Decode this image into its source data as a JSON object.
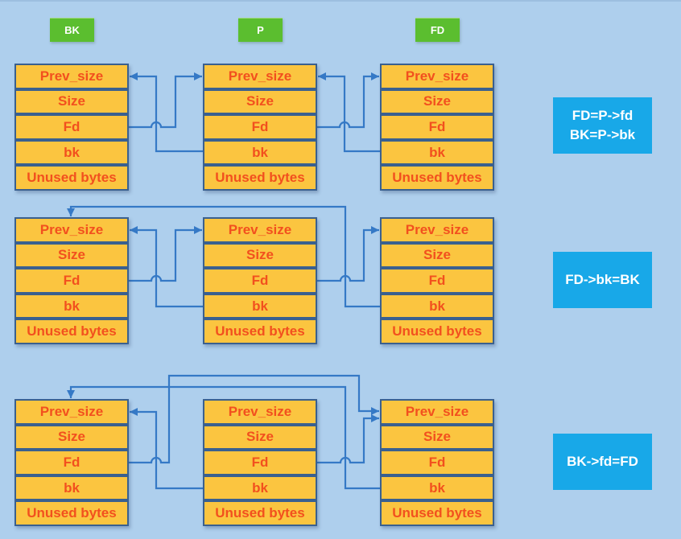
{
  "colors": {
    "background": "#AECFED",
    "top_edge": "#9DBFE0",
    "chunk_fill": "#FBC540",
    "chunk_border": "#3A608F",
    "chunk_text": "#F2501E",
    "arrow": "#3579C6",
    "label_green": "#5BBE2F",
    "label_text": "#FFFFFF",
    "note_blue": "#18A8E8",
    "note_text": "#FFFFFF"
  },
  "chunk_fields": [
    "Prev_size",
    "Size",
    "Fd",
    "bk",
    "Unused bytes"
  ],
  "pointer_labels": [
    {
      "id": "bk",
      "text": "BK"
    },
    {
      "id": "p",
      "text": "P"
    },
    {
      "id": "fd",
      "text": "FD"
    }
  ],
  "steps": [
    {
      "name": "initial-state",
      "note_lines": [
        "FD=P->fd",
        "BK=P->bk"
      ]
    },
    {
      "name": "unlink-step-fd-bk",
      "note_lines": [
        "FD->bk=BK"
      ]
    },
    {
      "name": "unlink-step-bk-fd",
      "note_lines": [
        "BK->fd=FD"
      ]
    }
  ]
}
